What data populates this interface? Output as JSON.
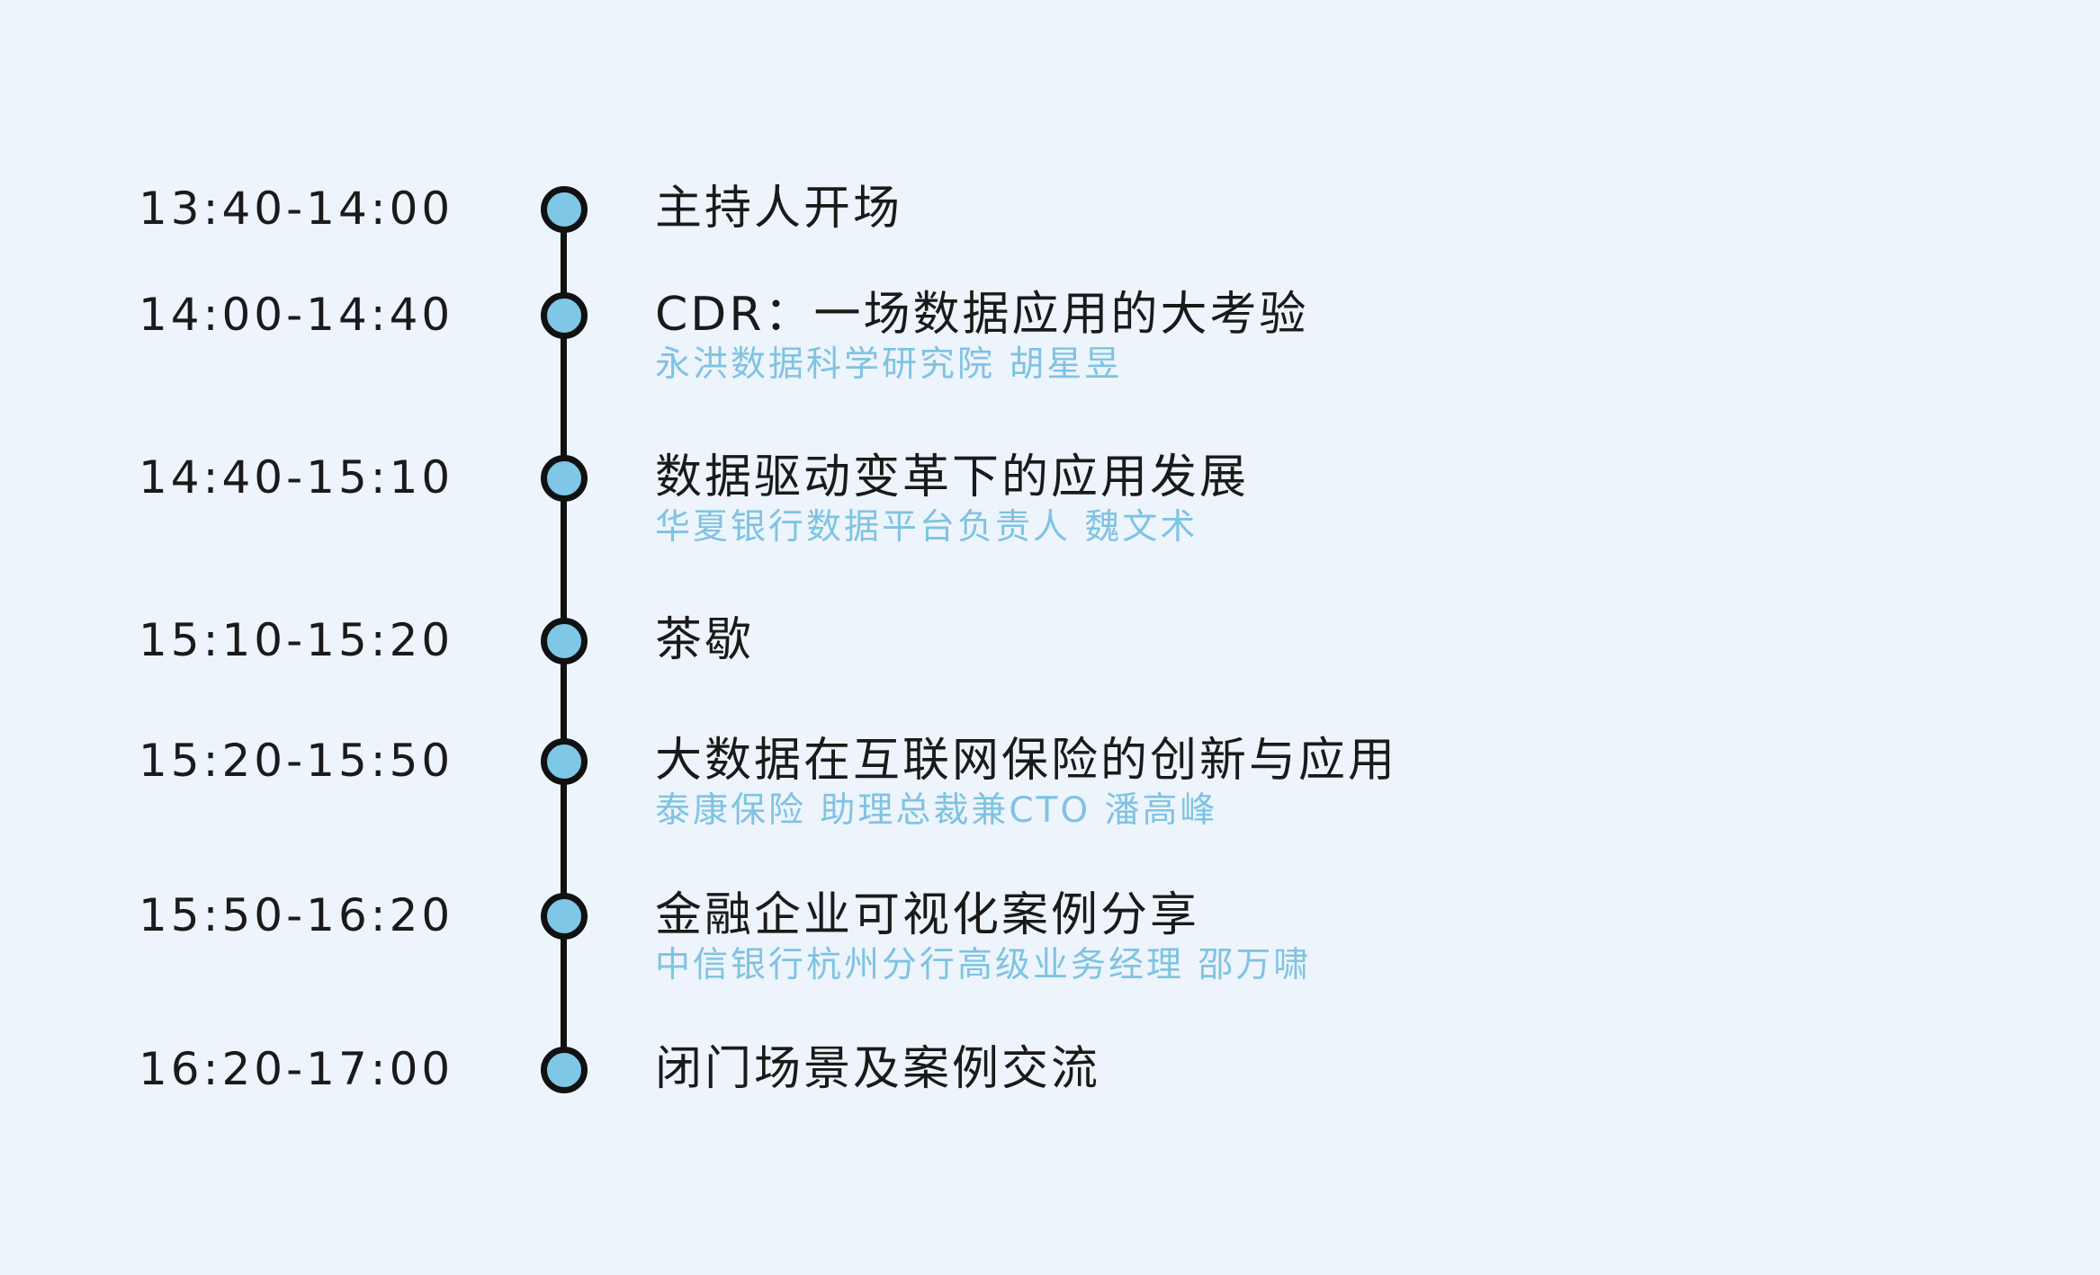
{
  "colors": {
    "background": "#edf4fc",
    "line": "#111111",
    "dot_fill": "#7ec7e6",
    "speaker_text": "#7fc3e2",
    "main_text": "#1a1a1a"
  },
  "agenda": [
    {
      "time": "13:40-14:00",
      "title": "主持人开场",
      "speaker": ""
    },
    {
      "time": "14:00-14:40",
      "title": "CDR：一场数据应用的大考验",
      "speaker": "永洪数据科学研究院  胡星昱"
    },
    {
      "time": "14:40-15:10",
      "title": "数据驱动变革下的应用发展",
      "speaker": "华夏银行数据平台负责人  魏文术"
    },
    {
      "time": "15:10-15:20",
      "title": "茶歇",
      "speaker": ""
    },
    {
      "time": "15:20-15:50",
      "title": "大数据在互联网保险的创新与应用",
      "speaker": "泰康保险  助理总裁兼CTO  潘高峰"
    },
    {
      "time": "15:50-16:20",
      "title": "金融企业可视化案例分享",
      "speaker": "中信银行杭州分行高级业务经理  邵万啸"
    },
    {
      "time": "16:20-17:00",
      "title": "闭门场景及案例交流",
      "speaker": ""
    }
  ]
}
